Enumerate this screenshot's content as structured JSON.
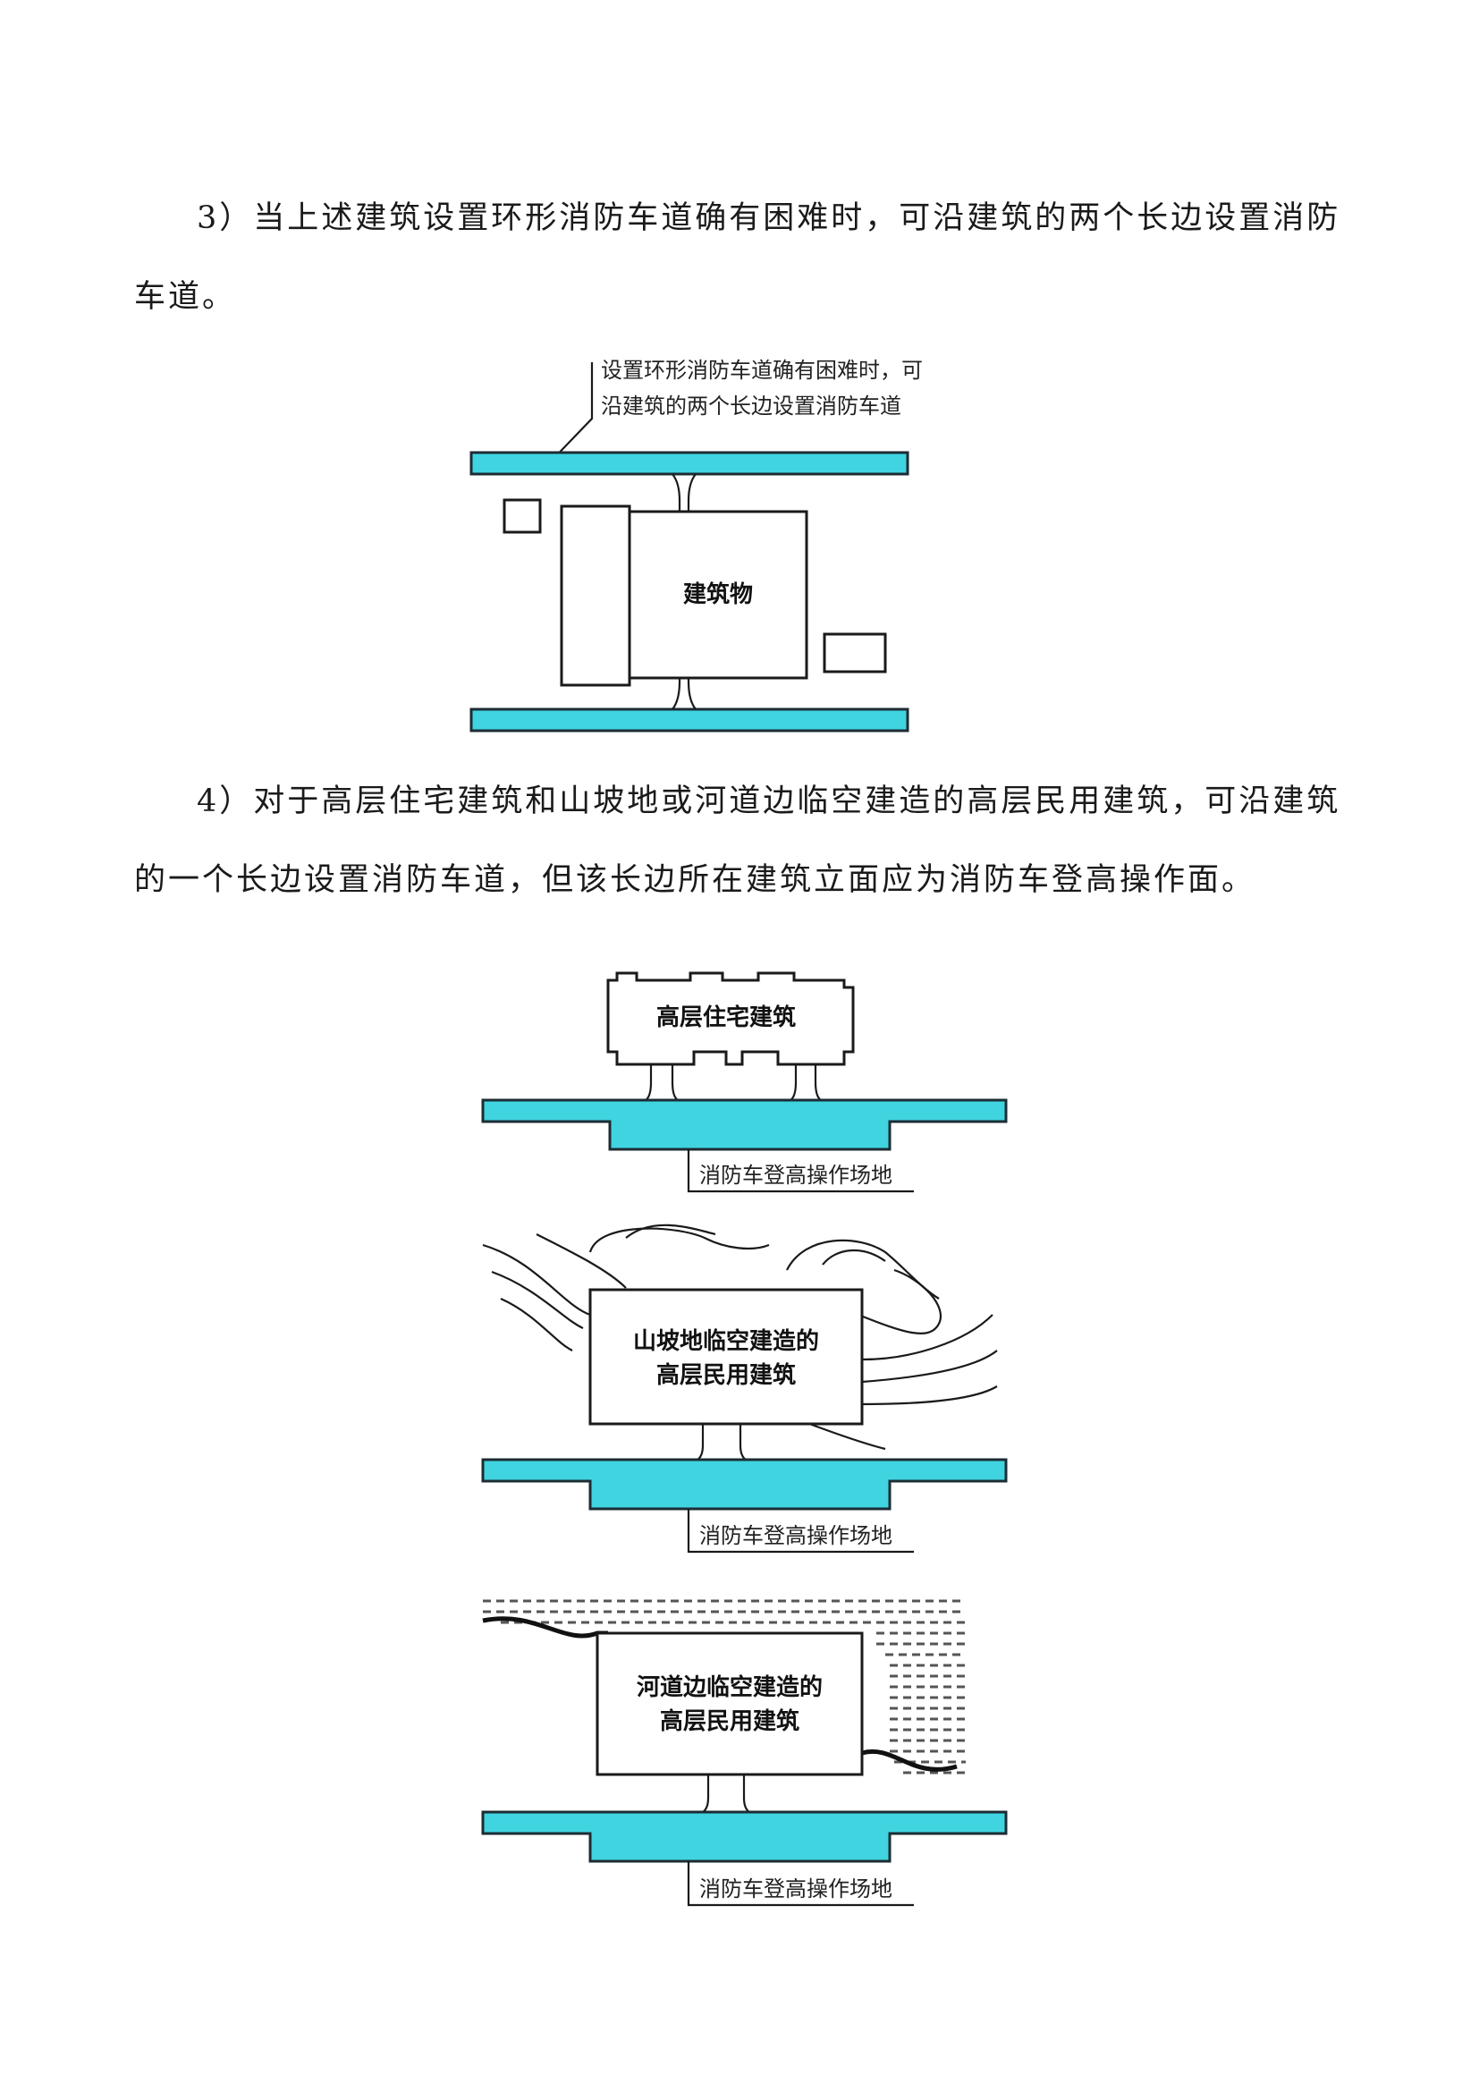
{
  "paragraphs": {
    "p3": "3）当上述建筑设置环形消防车道确有困难时，可沿建筑的两个长边设置消防车道。",
    "p4": "4）对于高层住宅建筑和山坡地或河道边临空建造的高层民用建筑，可沿建筑的一个长边设置消防车道，但该长边所在建筑立面应为消防车登高操作面。"
  },
  "figure1": {
    "callout_line1": "设置环形消防车道确有困难时，可",
    "callout_line2": "沿建筑的两个长边设置消防车道",
    "building_label": "建筑物"
  },
  "figure2": {
    "building_label": "高层住宅建筑",
    "area_label": "消防车登高操作场地"
  },
  "figure3": {
    "building_line1": "山坡地临空建造的",
    "building_line2": "高层民用建筑",
    "area_label": "消防车登高操作场地"
  },
  "figure4": {
    "building_line1": "河道边临空建造的",
    "building_line2": "高层民用建筑",
    "area_label": "消防车登高操作场地"
  },
  "colors": {
    "road": "#3fd4e0",
    "outline": "#1a1a1a"
  }
}
